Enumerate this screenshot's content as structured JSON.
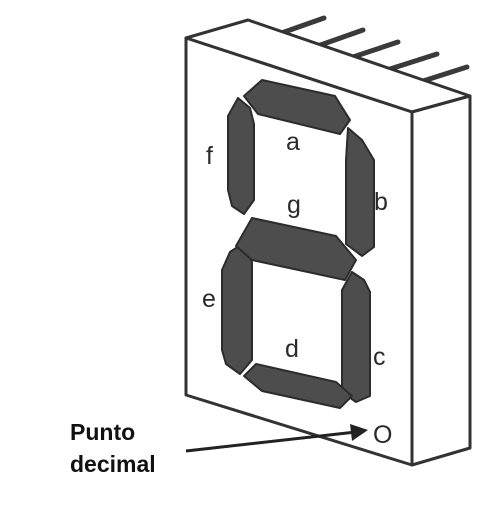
{
  "segments": [
    {
      "id": "a",
      "label": "a"
    },
    {
      "id": "b",
      "label": "b"
    },
    {
      "id": "c",
      "label": "c"
    },
    {
      "id": "d",
      "label": "d"
    },
    {
      "id": "e",
      "label": "e"
    },
    {
      "id": "f",
      "label": "f"
    },
    {
      "id": "g",
      "label": "g"
    }
  ],
  "decimal_point_label": "O",
  "caption": {
    "line1": "Punto",
    "line2": "decimal"
  },
  "colors": {
    "segment_fill": "#4d4d4d",
    "outline": "#333333",
    "label": "#2a2a2a"
  }
}
